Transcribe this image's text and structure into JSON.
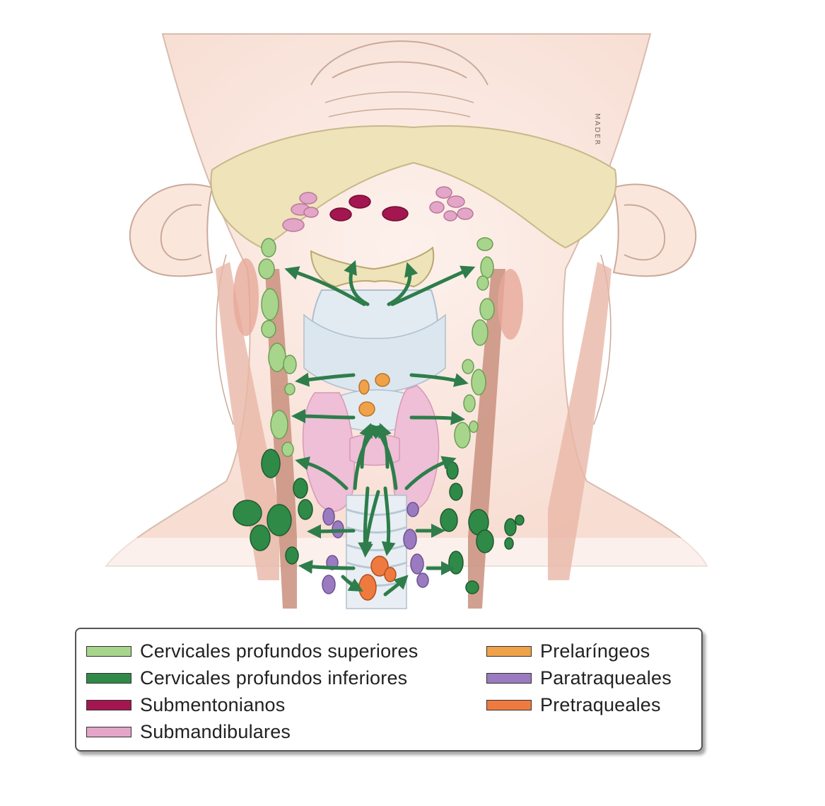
{
  "illustration": {
    "signature": "MADER",
    "colors": {
      "skin": "#fbe9e1",
      "skin_outline": "#c9aa9a",
      "mandible": "#eee3b9",
      "cartilage": "#e3ebf2",
      "thyroid": "#eebfd6",
      "vessel": "#c98f7e",
      "arrow": "#2e7d4b"
    }
  },
  "legend": {
    "left": [
      {
        "label": "Cervicales profundos superiores",
        "color": "#a8d58c"
      },
      {
        "label": "Cervicales profundos inferiores",
        "color": "#2f8a48"
      },
      {
        "label": "Submentonianos",
        "color": "#a3164f"
      },
      {
        "label": "Submandibulares",
        "color": "#e3a6c8"
      }
    ],
    "right": [
      {
        "label": "Prelaríngeos",
        "color": "#f0a24a"
      },
      {
        "label": "Paratraqueales",
        "color": "#9a7bc0"
      },
      {
        "label": "Pretraqueales",
        "color": "#ef7a3f"
      }
    ]
  }
}
